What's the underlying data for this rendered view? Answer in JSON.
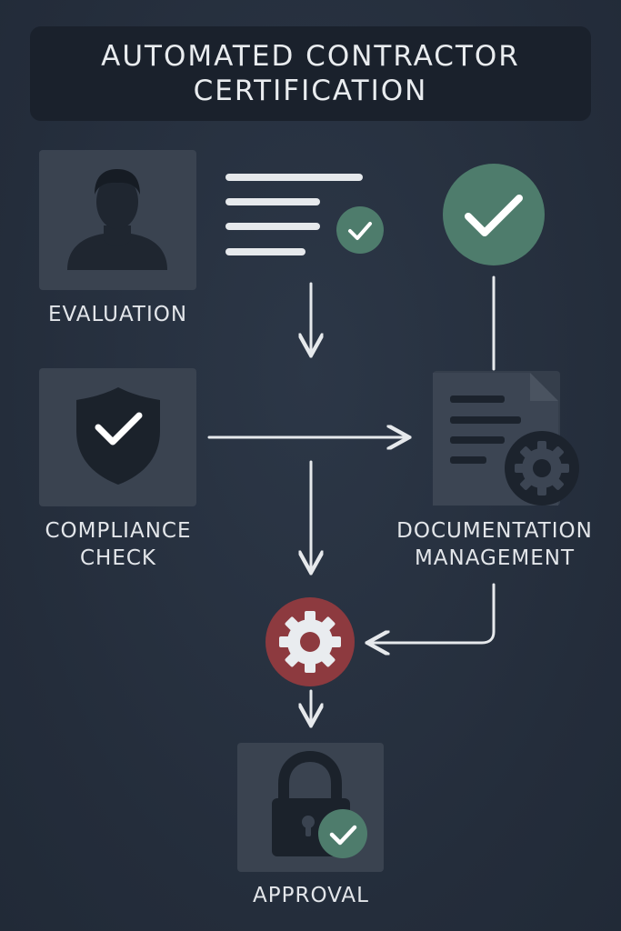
{
  "title": {
    "line1": "AUTOMATED CONTRACTOR",
    "line2": "CERTIFICATION"
  },
  "steps": {
    "evaluation": "EVALUATION",
    "compliance_line1": "COMPLIANCE",
    "compliance_line2": "CHECK",
    "documentation_line1": "DOCUMENTATION",
    "documentation_line2": "MANAGEMENT",
    "approval": "APPROVAL"
  },
  "colors": {
    "background": "#252f3d",
    "tile": "#3a4350",
    "accent_green": "#4e7c6c",
    "accent_red": "#8d3a3f",
    "line": "#e6e9ec"
  },
  "icons": [
    "person-icon",
    "checklist-icon",
    "check-circle-icon",
    "shield-check-icon",
    "document-gear-icon",
    "gear-icon",
    "padlock-check-icon"
  ]
}
